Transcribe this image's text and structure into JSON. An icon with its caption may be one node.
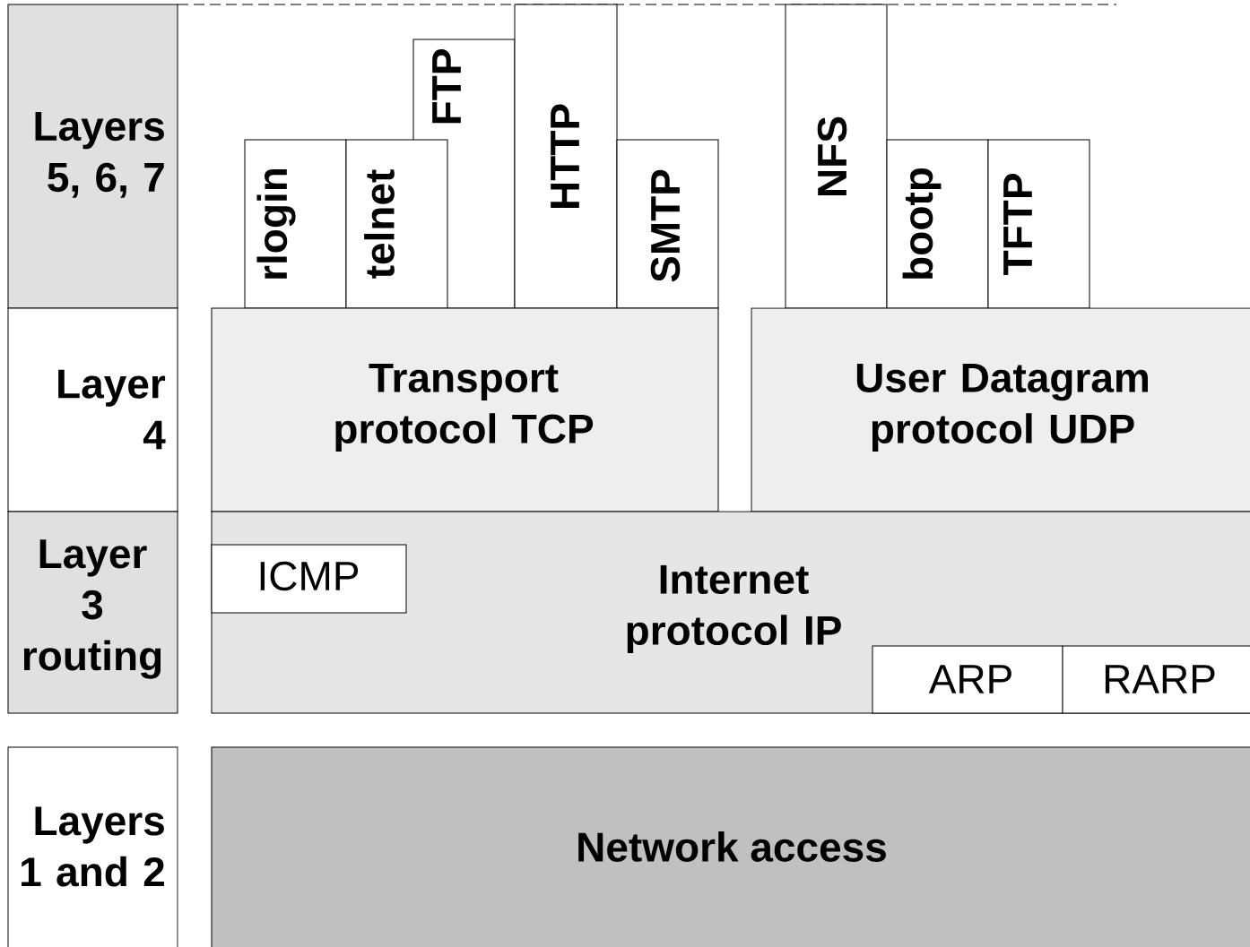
{
  "diagram": {
    "nodes": [
      {
        "text": [
          "Layers 5, 6, 7"
        ]
      },
      {
        "text": [
          "Layer 4"
        ]
      },
      {
        "text": [
          "Layer 3 routing"
        ]
      },
      {
        "text": [
          "Layers 1 and 2"
        ]
      },
      {
        "text": [
          "rlogin"
        ]
      },
      {
        "text": [
          "telnet"
        ]
      },
      {
        "text": [
          "FTP"
        ]
      },
      {
        "text": [
          "HTTP"
        ]
      },
      {
        "text": [
          "SMTP"
        ]
      },
      {
        "text": [
          "NFS"
        ]
      },
      {
        "text": [
          "bootp"
        ]
      },
      {
        "text": [
          "TFTP"
        ]
      },
      {
        "text": [
          "Transport protocol TCP"
        ]
      },
      {
        "text": [
          "User Datagram protocol UDP"
        ]
      },
      {
        "text": [
          "Internet protocol IP"
        ]
      },
      {
        "text": [
          "ICMP"
        ],
        "in": 14
      },
      {
        "text": [
          "ARP"
        ],
        "in": 14
      },
      {
        "text": [
          "RARP"
        ],
        "in": 14
      },
      {
        "text": [
          "Network access"
        ]
      }
    ]
  }
}
